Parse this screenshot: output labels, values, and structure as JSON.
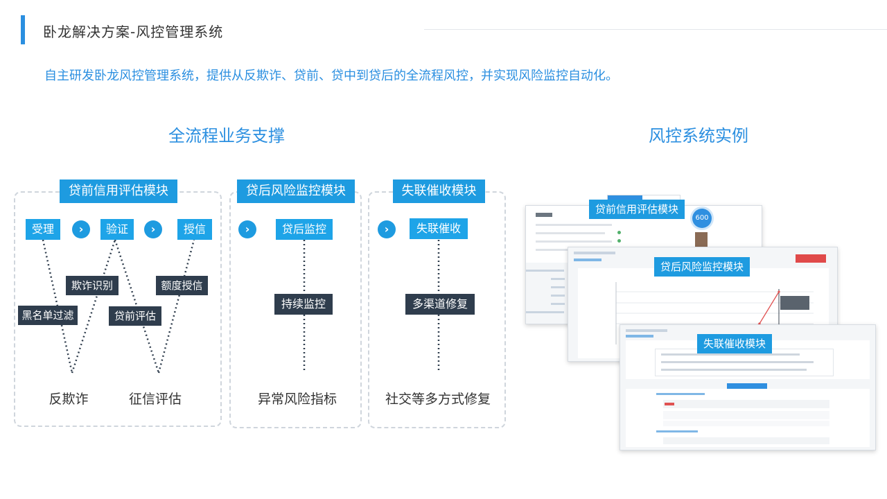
{
  "header": {
    "title": "卧龙解决方案-风控管理系统",
    "subtitle": "自主研发卧龙风控管理系统，提供从反欺诈、贷前、贷中到贷后的全流程风控，并实现风险监控自动化。"
  },
  "left": {
    "heading": "全流程业务支撑",
    "panel1": {
      "title": "贷前信用评估模块",
      "steps": [
        "受理",
        "验证",
        "授信"
      ],
      "substeps": [
        "欺诈识别",
        "额度授信",
        "黑名单过滤",
        "贷前评估"
      ],
      "outcomes": [
        "反欺诈",
        "征信评估"
      ]
    },
    "panel2": {
      "title": "贷后风险监控模块",
      "step": "贷后监控",
      "substep": "持续监控",
      "outcome": "异常风险指标"
    },
    "panel3": {
      "title": "失联催收模块",
      "step": "失联催收",
      "substep": "多渠道修复",
      "outcome": "社交等多方式修复"
    },
    "arrow_glyph": "›"
  },
  "right": {
    "heading": "风控系统实例",
    "shot1": {
      "label": "贷前信用评估模块",
      "score": "600"
    },
    "shot2": {
      "label": "贷后风险监控模块"
    },
    "shot3": {
      "label": "失联催收模块"
    }
  },
  "colors": {
    "accent": "#1e9be0",
    "dark": "#2f3d4d",
    "border": "#cfd5dc"
  }
}
